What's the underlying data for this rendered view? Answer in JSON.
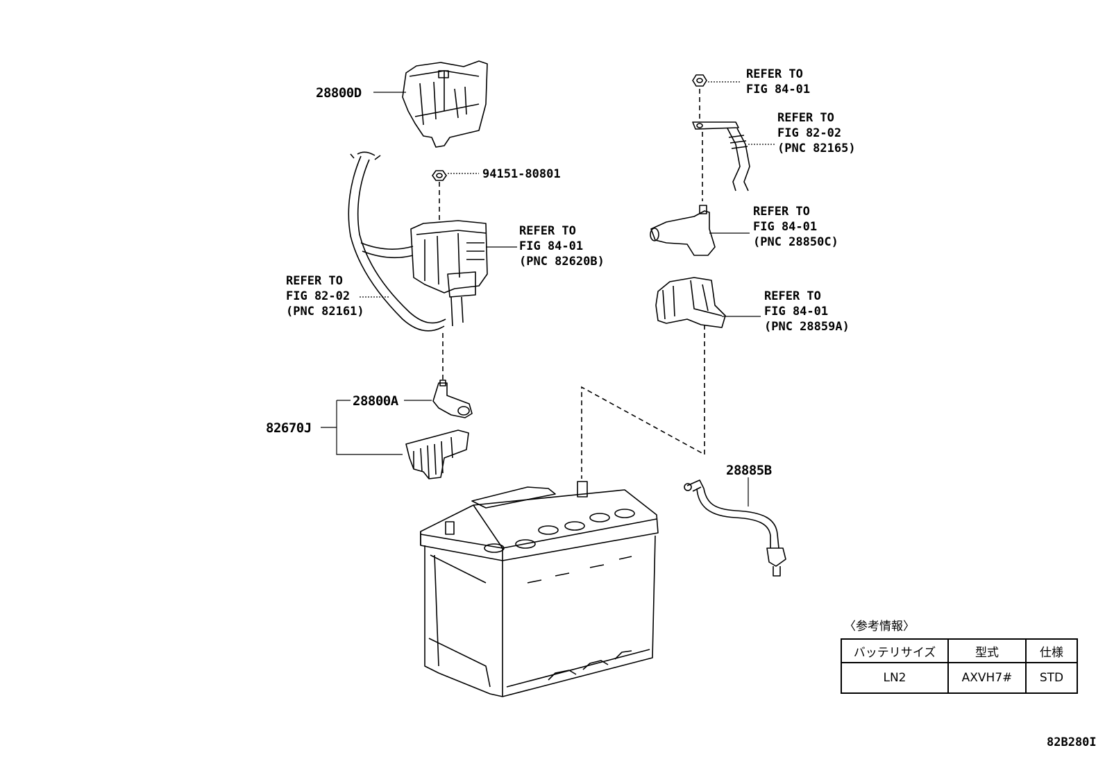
{
  "labels": {
    "p28800d": "28800D",
    "p94151": "94151-80801",
    "ref_82620b": [
      "REFER TO",
      "FIG 84-01",
      "(PNC 82620B)"
    ],
    "ref_82161": [
      "REFER TO",
      "FIG 82-02",
      "(PNC 82161)"
    ],
    "p28800a": "28800A",
    "p82670j": "82670J",
    "ref_nut": [
      "REFER TO",
      "FIG 84-01"
    ],
    "ref_82165": [
      "REFER TO",
      "FIG 82-02",
      "(PNC 82165)"
    ],
    "ref_28850c": [
      "REFER TO",
      "FIG 84-01",
      "(PNC 28850C)"
    ],
    "ref_28859a": [
      "REFER TO",
      "FIG 84-01",
      "(PNC 28859A)"
    ],
    "p28885b": "28885B"
  },
  "info": {
    "caption": "〈参考情報〉",
    "headers": [
      "バッテリサイズ",
      "型式",
      "仕様"
    ],
    "values": [
      "LN2",
      "AXVH7#",
      "STD"
    ]
  },
  "figure_code": "82B280I"
}
